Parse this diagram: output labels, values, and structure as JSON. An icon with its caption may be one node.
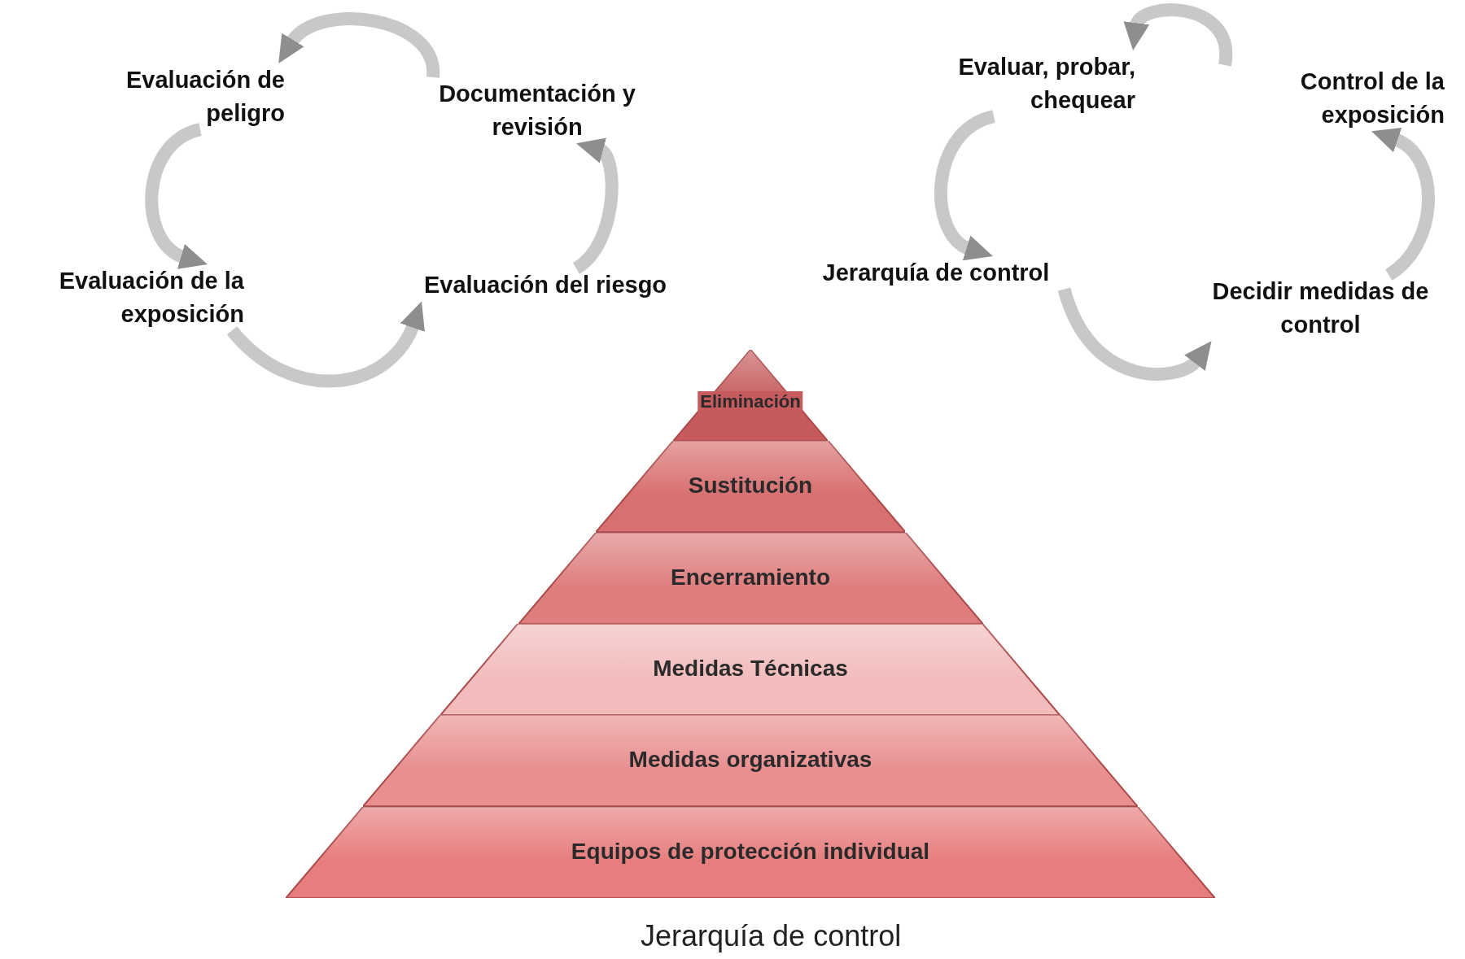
{
  "diagram": {
    "caption": "Jerarquía de control",
    "nodes": [
      {
        "text": [
          "Evaluación de peligro"
        ]
      },
      {
        "text": [
          "Documentación y revisión"
        ]
      },
      {
        "text": [
          "Evaluación de la exposición"
        ]
      },
      {
        "text": [
          "Evaluación del riesgo"
        ]
      },
      {
        "text": [
          "Evaluar, probar, chequear"
        ]
      },
      {
        "text": [
          "Control de la exposición"
        ]
      },
      {
        "text": [
          "Jerarquía de control"
        ]
      },
      {
        "text": [
          "Decidir medidas de control"
        ]
      },
      {
        "text": [
          "Eliminación"
        ]
      },
      {
        "text": [
          "Sustitución"
        ]
      },
      {
        "text": [
          "Encerramiento"
        ]
      },
      {
        "text": [
          "Medidas Técnicas"
        ]
      },
      {
        "text": [
          "Medidas organizativas"
        ]
      },
      {
        "text": [
          "Equipos de protección individual"
        ]
      }
    ],
    "edges": [
      {
        "from": 1,
        "to": 0,
        "arrow": "to"
      },
      {
        "from": 0,
        "to": 2,
        "arrow": "to"
      },
      {
        "from": 2,
        "to": 3,
        "arrow": "to"
      },
      {
        "from": 3,
        "to": 1,
        "arrow": "to"
      },
      {
        "from": 5,
        "to": 4,
        "arrow": "to"
      },
      {
        "from": 4,
        "to": 6,
        "arrow": "to"
      },
      {
        "from": 6,
        "to": 7,
        "arrow": "to"
      },
      {
        "from": 7,
        "to": 5,
        "arrow": "to"
      }
    ]
  }
}
